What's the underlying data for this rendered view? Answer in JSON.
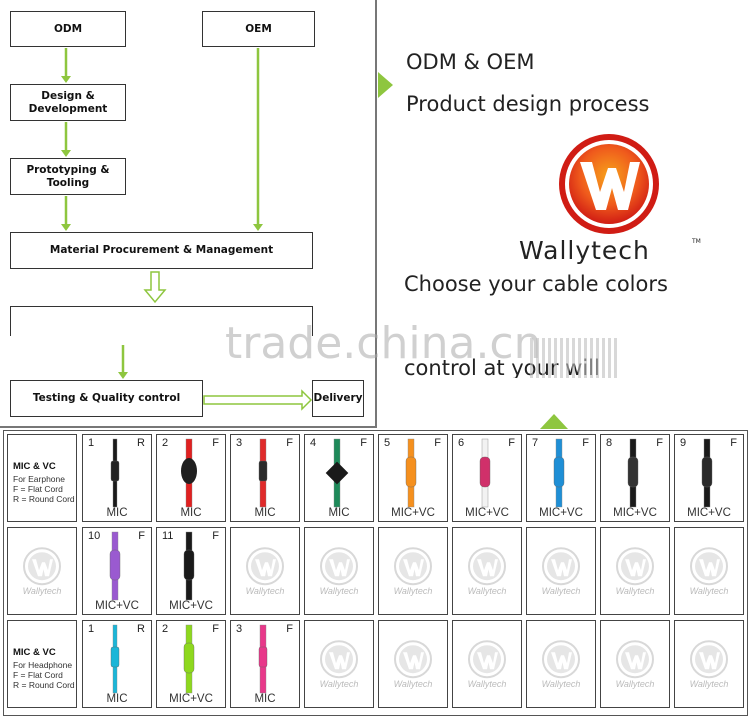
{
  "flowchart": {
    "odm": "ODM",
    "oem": "OEM",
    "design": "Design & Development",
    "prototyping": "Prototyping & Tooling",
    "material": "Material Procurement & Management",
    "testing": "Testing & Quality control",
    "delivery": "Delivery"
  },
  "info": {
    "heading": "ODM & OEM",
    "subheading": "Product design process",
    "brand": "Wallytech",
    "tm": "TM",
    "cable_colors": "Choose your cable colors",
    "control": "control at your will"
  },
  "watermark": "trade.china.cn",
  "grid": {
    "logo_text": "Wallytech",
    "earphone_label": {
      "title": "MIC & VC",
      "lines": [
        "For Earphone",
        "F = Flat Cord",
        "R = Round Cord"
      ]
    },
    "headphone_label": {
      "title": "MIC & VC",
      "lines": [
        "For Headphone",
        "F = Flat Cord",
        "R = Round Cord"
      ]
    },
    "row1": [
      {
        "num": "1",
        "type": "R",
        "label": "MIC",
        "cable": "#1a1a1a",
        "remote": "#222222"
      },
      {
        "num": "2",
        "type": "F",
        "label": "MIC",
        "cable": "#e02020",
        "remote": "#202020"
      },
      {
        "num": "3",
        "type": "F",
        "label": "MIC",
        "cable": "#e02a2a",
        "remote": "#2a2a2a"
      },
      {
        "num": "4",
        "type": "F",
        "label": "MIC",
        "cable": "#1e8a5a",
        "remote": "#1a1a1a"
      },
      {
        "num": "5",
        "type": "F",
        "label": "MIC+VC",
        "cable": "#f5901e",
        "remote": "#f5901e"
      },
      {
        "num": "6",
        "type": "F",
        "label": "MIC+VC",
        "cable": "#f2f2f2",
        "remote": "#d0306a"
      },
      {
        "num": "7",
        "type": "F",
        "label": "MIC+VC",
        "cable": "#1f8fd6",
        "remote": "#1f8fd6"
      },
      {
        "num": "8",
        "type": "F",
        "label": "MIC+VC",
        "cable": "#1a1a1a",
        "remote": "#333333"
      },
      {
        "num": "9",
        "type": "F",
        "label": "MIC+VC",
        "cable": "#1a1a1a",
        "remote": "#2a2a2a"
      }
    ],
    "row2": [
      {
        "num": "10",
        "type": "F",
        "label": "MIC+VC",
        "cable": "#9a5ad0",
        "remote": "#9a5ad0"
      },
      {
        "num": "11",
        "type": "F",
        "label": "MIC+VC",
        "cable": "#1a1a1a",
        "remote": "#1a1a1a"
      }
    ],
    "row3": [
      {
        "num": "1",
        "type": "R",
        "label": "MIC",
        "cable": "#1ab6d8",
        "remote": "#1ab6d8"
      },
      {
        "num": "2",
        "type": "F",
        "label": "MIC+VC",
        "cable": "#8ed81e",
        "remote": "#8ed81e"
      },
      {
        "num": "3",
        "type": "F",
        "label": "MIC",
        "cable": "#e8388a",
        "remote": "#e8388a"
      }
    ]
  },
  "colors": {
    "arrow_green": "#8ec63f",
    "logo_red": "#e8271c",
    "logo_orange": "#f7a21b"
  }
}
